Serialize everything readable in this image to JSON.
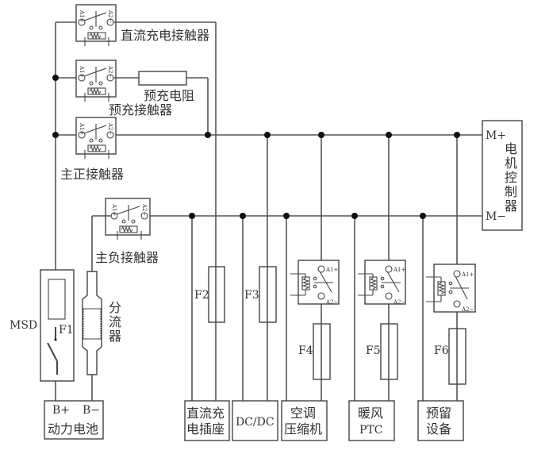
{
  "labels": {
    "dc_charge_contactor": "直流充电接触器",
    "precharge_resistor": "预充电阻",
    "precharge_contactor": "预充接触器",
    "main_pos_contactor": "主正接触器",
    "main_neg_contactor": "主负接触器",
    "motor_controller": [
      "电",
      "机",
      "控",
      "制",
      "器"
    ],
    "m_plus": "M+",
    "m_minus": "M−",
    "msd": "MSD",
    "f1": "F1",
    "shunt": [
      "分",
      "流",
      "器"
    ],
    "battery_b_plus": "B+",
    "battery_b_minus": "B−",
    "battery": "动力电池",
    "fuses": [
      "F2",
      "F3",
      "F4",
      "F5",
      "F6"
    ],
    "relay_a1": "A1+",
    "relay_a2": "A2−",
    "loads": {
      "dc_charge_socket": [
        "直流充",
        "电插座"
      ],
      "dcdc": "DC/DC",
      "ac_compressor": [
        "空调",
        "压缩机"
      ],
      "ptc_heater": [
        "暖风",
        "PTC"
      ],
      "reserved": [
        "预留",
        "设备"
      ]
    }
  },
  "colors": {
    "wire": "#555555",
    "junction": "#111111",
    "text": "#333333"
  }
}
